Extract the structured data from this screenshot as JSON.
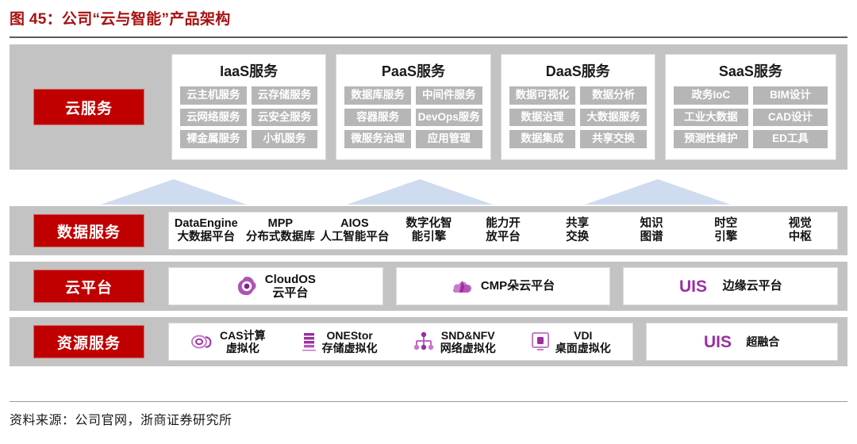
{
  "figure": {
    "title": "图 45：公司“云与智能”产品架构",
    "source": "资料来源：公司官网，浙商证券研究所",
    "accent_red": "#C00000",
    "band_grey": "#C3C3C3",
    "chip_grey": "#B6B6B6",
    "arrow_blue": "#CFDCEF",
    "brand_purple": "#9B2FA0"
  },
  "rows": {
    "cloud_services": {
      "label": "云服务",
      "cards": [
        {
          "title": "IaaS服务",
          "chips": [
            "云主机服务",
            "云存储服务",
            "云网络服务",
            "云安全服务",
            "裸金属服务",
            "小机服务"
          ]
        },
        {
          "title": "PaaS服务",
          "chips": [
            "数据库服务",
            "中间件服务",
            "容器服务",
            "DevOps服务",
            "微服务治理",
            "应用管理"
          ]
        },
        {
          "title": "DaaS服务",
          "chips": [
            "数据可视化",
            "数据分析",
            "数据治理",
            "大数据服务",
            "数据集成",
            "共享交换"
          ]
        },
        {
          "title": "SaaS服务",
          "chips": [
            "政务IoC",
            "BIM设计",
            "工业大数据",
            "CAD设计",
            "预测性维护",
            "ED工具"
          ]
        }
      ]
    },
    "data_services": {
      "label": "数据服务",
      "items": [
        {
          "line1": "DataEngine",
          "line2": "大数据平台"
        },
        {
          "line1": "MPP",
          "line2": "分布式数据库"
        },
        {
          "line1": "AIOS",
          "line2": "人工智能平台"
        },
        {
          "line1": "数字化智",
          "line2": "能引擎"
        },
        {
          "line1": "能力开",
          "line2": "放平台"
        },
        {
          "line1": "共享",
          "line2": "交换"
        },
        {
          "line1": "知识",
          "line2": "图谱"
        },
        {
          "line1": "时空",
          "line2": "引擎"
        },
        {
          "line1": "视觉",
          "line2": "中枢"
        }
      ]
    },
    "cloud_platform": {
      "label": "云平台",
      "items": [
        {
          "icon": "cloudos-blob-icon",
          "line1": "CloudOS",
          "line2": "云平台"
        },
        {
          "icon": "cmp-cloud-icon",
          "line1": "CMP朵云平台",
          "line2": ""
        },
        {
          "icon": "uis-wordmark-icon",
          "line1": "边缘云平台",
          "line2": ""
        }
      ]
    },
    "resource_services": {
      "label": "资源服务",
      "group_a": [
        {
          "icon": "cas-ring-icon",
          "line1": "CAS计算",
          "line2": "虚拟化"
        },
        {
          "icon": "onestor-stack-icon",
          "line1": "ONEStor",
          "line2": "存储虚拟化"
        },
        {
          "icon": "sdn-network-icon",
          "line1": "SND&NFV",
          "line2": "网络虚拟化"
        },
        {
          "icon": "vdi-monitor-icon",
          "line1": "VDI",
          "line2": "桌面虚拟化"
        }
      ],
      "group_b": [
        {
          "icon": "uis-wordmark-icon",
          "line1": "超融合",
          "line2": ""
        }
      ]
    }
  }
}
